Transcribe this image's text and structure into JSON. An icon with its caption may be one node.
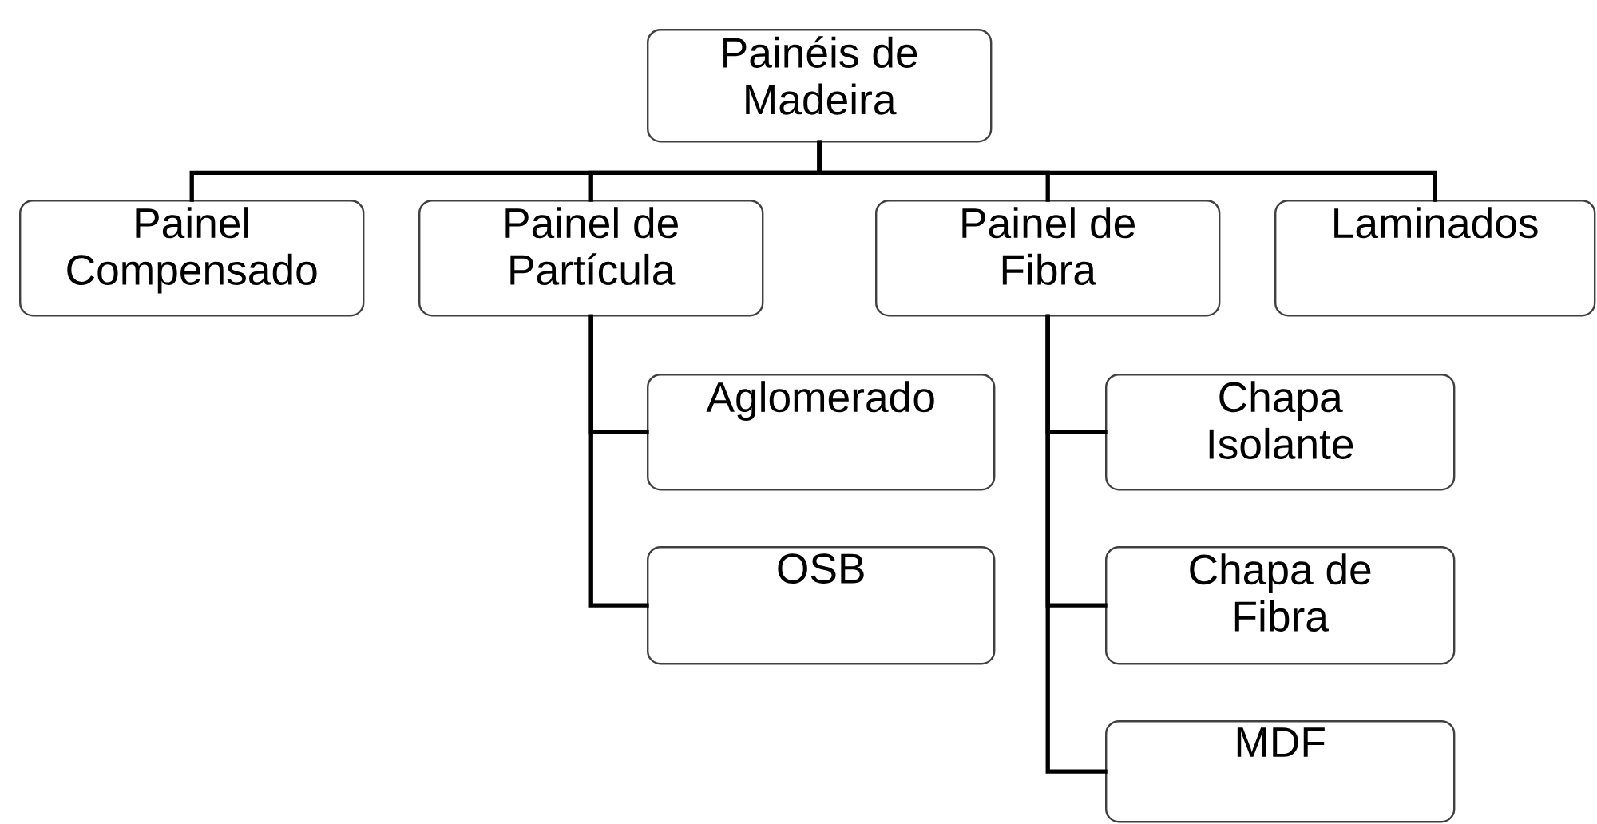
{
  "diagram": {
    "nodes": [
      {
        "text": [
          "Painéis de Madeira"
        ]
      },
      {
        "text": [
          "Painel Compensado"
        ]
      },
      {
        "text": [
          "Painel de Partícula"
        ]
      },
      {
        "text": [
          "Painel de Fibra"
        ]
      },
      {
        "text": [
          "Laminados"
        ]
      },
      {
        "text": [
          "Aglomerado"
        ]
      },
      {
        "text": [
          "OSB"
        ]
      },
      {
        "text": [
          "Chapa Isolante"
        ]
      },
      {
        "text": [
          "Chapa de Fibra"
        ]
      },
      {
        "text": [
          "MDF"
        ]
      }
    ],
    "edges": [
      {
        "from": 0,
        "to": 1,
        "arrow": "none"
      },
      {
        "from": 0,
        "to": 2,
        "arrow": "none"
      },
      {
        "from": 0,
        "to": 3,
        "arrow": "none"
      },
      {
        "from": 0,
        "to": 4,
        "arrow": "none"
      },
      {
        "from": 2,
        "to": 5,
        "arrow": "none"
      },
      {
        "from": 2,
        "to": 6,
        "arrow": "none"
      },
      {
        "from": 3,
        "to": 7,
        "arrow": "none"
      },
      {
        "from": 3,
        "to": 8,
        "arrow": "none"
      },
      {
        "from": 3,
        "to": 9,
        "arrow": "none"
      }
    ]
  }
}
